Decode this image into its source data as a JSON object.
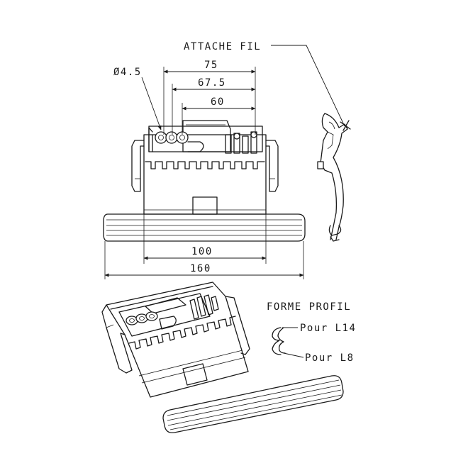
{
  "labels": {
    "attache_fil": "ATTACHE FIL",
    "forme_profil": "FORME PROFIL",
    "pour_l14": "Pour L14",
    "pour_l8": "Pour L8",
    "diameter": "Ø4.5"
  },
  "dimensions": {
    "d75": "75",
    "d67_5": "67.5",
    "d60": "60",
    "d100": "100",
    "d160": "160"
  }
}
